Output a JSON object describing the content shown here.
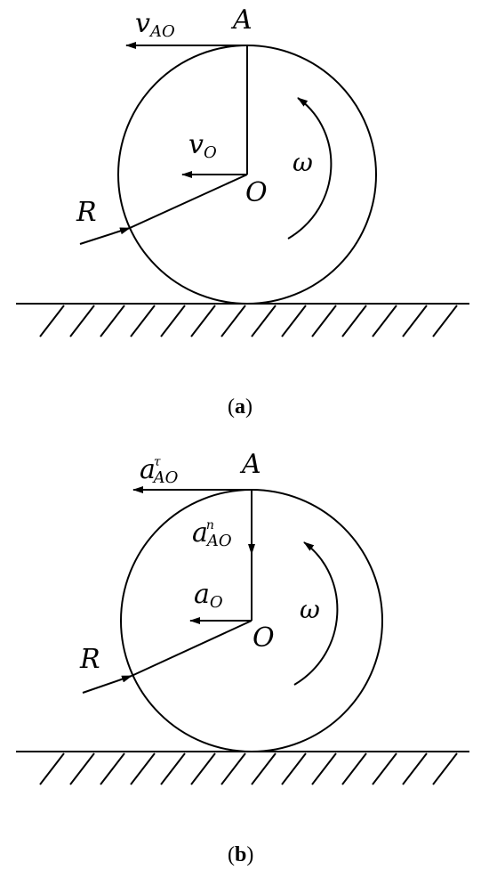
{
  "panel_a": {
    "caption_open": "(",
    "caption_letter": "a",
    "caption_close": ")",
    "point_top": "A",
    "center": "O",
    "radius": "R",
    "angular_velocity": "ω",
    "vel_A_main": "v",
    "vel_A_sub": "AO",
    "vel_O_main": "v",
    "vel_O_sub": "O"
  },
  "panel_b": {
    "caption_open": "(",
    "caption_letter": "b",
    "caption_close": ")",
    "point_top": "A",
    "center": "O",
    "radius": "R",
    "angular_velocity": "ω",
    "acc_tau_main": "a",
    "acc_tau_sup": "τ",
    "acc_tau_sub": "AO",
    "acc_n_main": "a",
    "acc_n_sup": "n",
    "acc_n_sub": "AO",
    "acc_O_main": "a",
    "acc_O_sub": "O"
  }
}
